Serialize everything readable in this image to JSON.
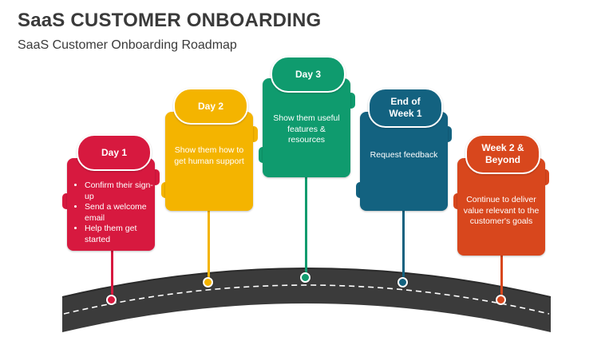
{
  "header": {
    "title": "SaaS CUSTOMER ONBOARDING",
    "subtitle": "SaaS Customer Onboarding Roadmap"
  },
  "colors": {
    "day1": "#d7193f",
    "day2": "#f4b400",
    "day3": "#0f9b6e",
    "week1": "#136280",
    "week2": "#d8471d",
    "road": "#3b3b3b"
  },
  "milestones": [
    {
      "label": "Day 1",
      "items": [
        "Confirm their sign-up",
        "Send a welcome email",
        "Help them get started"
      ]
    },
    {
      "label": "Day 2",
      "text": "Show them how to get human support"
    },
    {
      "label": "Day 3",
      "text": "Show them useful features & resources"
    },
    {
      "label": "End of Week 1",
      "text": "Request feedback"
    },
    {
      "label": "Week 2 & Beyond",
      "text": "Continue to deliver value relevant to the customer's goals"
    }
  ]
}
